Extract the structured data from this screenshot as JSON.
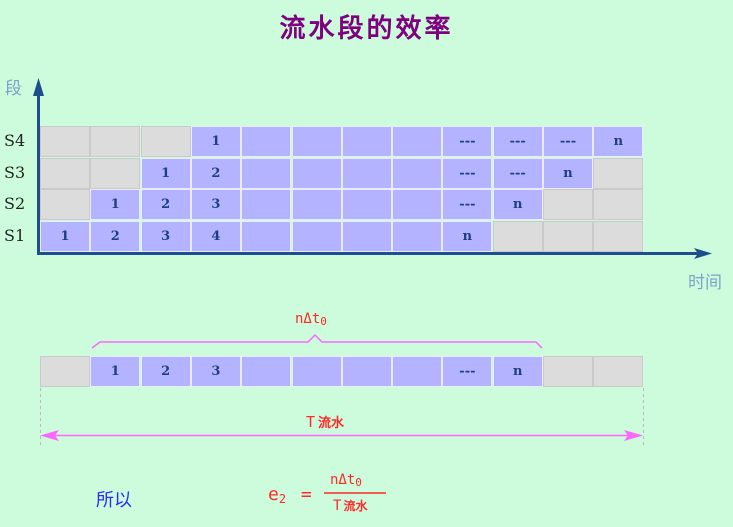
{
  "title": "流水段的效率",
  "y_axis_label": "段",
  "x_axis_label": "时间",
  "colors": {
    "background": "#ccfcdc",
    "busy_cell": "#b3b3ff",
    "idle_cell": "#dddcdc",
    "title": "#800080",
    "axis": "#1e4f8c",
    "annotation": "#ff2a2a",
    "bracket": "#ff66ff",
    "conclusion": "#2a2aff"
  },
  "space_time_diagram": {
    "columns": 12,
    "rows": [
      {
        "label": "S4",
        "cells": [
          "",
          "",
          "",
          "1",
          "·",
          "·",
          "·",
          "·",
          "---",
          "---",
          "---",
          "n"
        ],
        "busy_from": 3,
        "busy_to": 11
      },
      {
        "label": "S3",
        "cells": [
          "",
          "",
          "1",
          "2",
          "·",
          "·",
          "·",
          "·",
          "---",
          "---",
          "n",
          ""
        ],
        "busy_from": 2,
        "busy_to": 10
      },
      {
        "label": "S2",
        "cells": [
          "",
          "1",
          "2",
          "3",
          "·",
          "·",
          "·",
          "·",
          "---",
          "n",
          "",
          ""
        ],
        "busy_from": 1,
        "busy_to": 9
      },
      {
        "label": "S1",
        "cells": [
          "1",
          "2",
          "3",
          "4",
          "·",
          "·",
          "·",
          "·",
          "n",
          "",
          "",
          ""
        ],
        "busy_from": 0,
        "busy_to": 8
      }
    ]
  },
  "single_stage_bar": {
    "cells": [
      "",
      "1",
      "2",
      "3",
      "·",
      "·",
      "·",
      "·",
      "---",
      "n",
      "",
      ""
    ],
    "busy_from": 1,
    "busy_to": 9
  },
  "annotations": {
    "busy_span_label": "nΔt0",
    "busy_span_main": "nΔt",
    "busy_span_sub": "0",
    "total_span_T": "T",
    "total_span_sub": "流水"
  },
  "conclusion": {
    "prefix": "所以",
    "lhs_main": "e",
    "lhs_sub": "2",
    "equals": "=",
    "numerator_main": "nΔt",
    "numerator_sub": "0",
    "denominator_main": "T",
    "denominator_sub": "流水"
  }
}
